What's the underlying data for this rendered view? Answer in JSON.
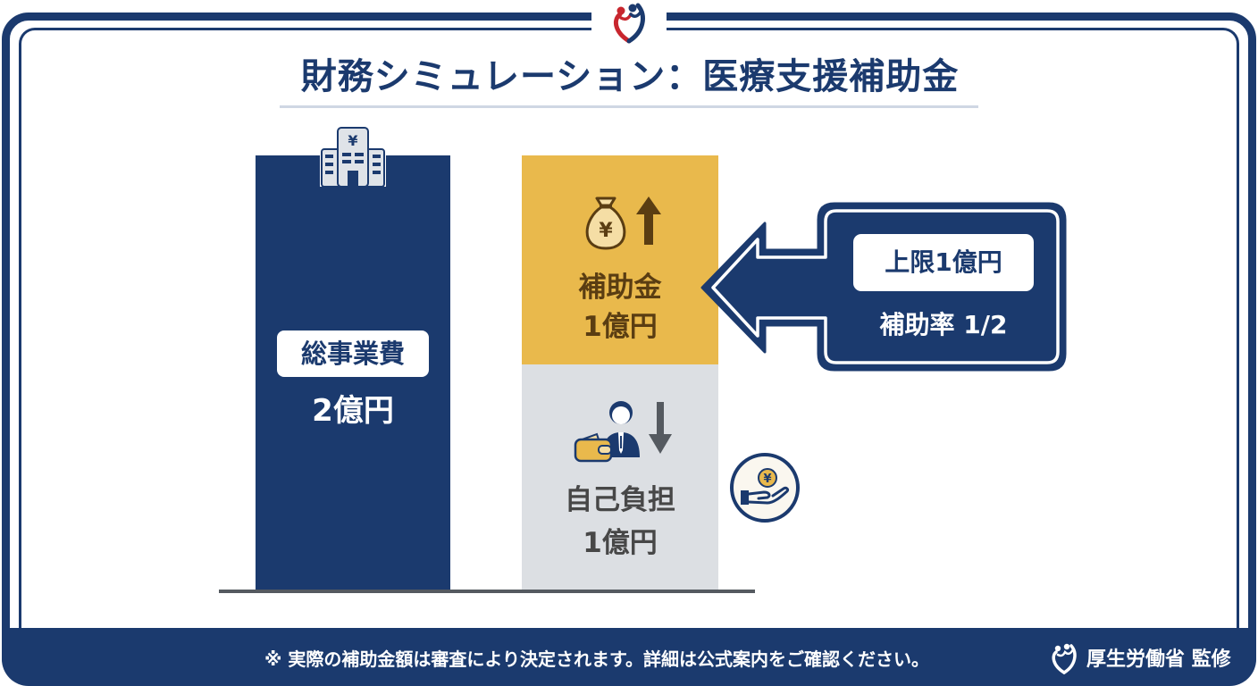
{
  "header": {
    "title": "財務シミュレーション：医療支援補助金",
    "logo_icon": "heart-people-logo-icon"
  },
  "colors": {
    "navy": "#1b3a6e",
    "gold": "#e9b94c",
    "gray": "#dcdfe3",
    "subsidy_text": "#5a3d12",
    "self_text": "#474747"
  },
  "chart_data": {
    "type": "bar",
    "title": "財務シミュレーション：医療支援補助金",
    "categories": [
      "総事業費",
      "補助金 + 自己負担"
    ],
    "series": [
      {
        "name": "総事業費",
        "values": [
          2,
          0
        ],
        "unit": "億円",
        "color": "#1b3a6e"
      },
      {
        "name": "補助金",
        "values": [
          0,
          1
        ],
        "unit": "億円",
        "color": "#e9b94c"
      },
      {
        "name": "自己負担",
        "values": [
          0,
          1
        ],
        "unit": "億円",
        "color": "#dcdfe3"
      }
    ],
    "stacked": true,
    "ylim": [
      0,
      2
    ],
    "grid": false,
    "annotations": [
      "上限1億円",
      "補助率 1/2"
    ]
  },
  "bars": {
    "total": {
      "label": "総事業費",
      "value": "2億円",
      "icon": "building-yen-icon"
    },
    "subsidy": {
      "label": "補助金",
      "value": "1億円",
      "icon": "moneybag-yen-up-icon"
    },
    "self": {
      "label": "自己負担",
      "value": "1億円",
      "icon": "person-wallet-down-icon"
    }
  },
  "callout": {
    "cap": "上限1億円",
    "rate": "補助率 1/2"
  },
  "side_icon": "hand-coin-yen-icon",
  "footer": {
    "note": "※ 実際の補助金額は審査により決定されます。詳細は公式案内をご確認ください。",
    "org": "厚生労働省 監修"
  }
}
